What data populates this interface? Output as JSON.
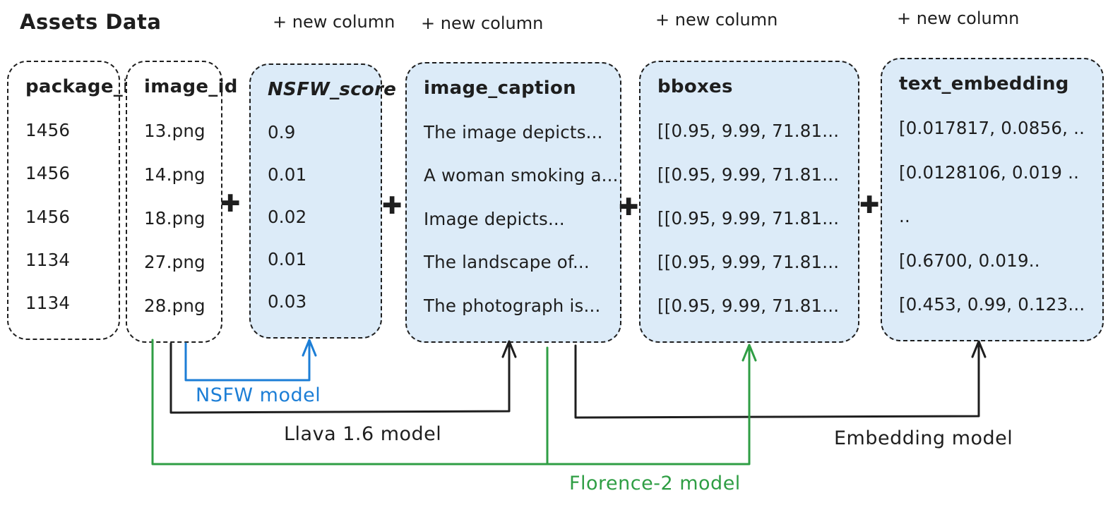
{
  "title": "Assets Data",
  "new_column_label": "+ new column",
  "plus_glyph": "✚",
  "colors": {
    "ink": "#1e1e1e",
    "accent_blue": "#1c7ed6",
    "accent_green": "#2f9e44",
    "box_fill_blue": "#dcebf8"
  },
  "tables": [
    {
      "header": "package_id",
      "rows": [
        "1456",
        "1456",
        "1456",
        "1134",
        "1134"
      ]
    },
    {
      "header": "image_id",
      "rows": [
        "13.png",
        "14.png",
        "18.png",
        "27.png",
        "28.png"
      ]
    },
    {
      "header": "NSFW_score",
      "rows": [
        "0.9",
        "0.01",
        "0.02",
        "0.01",
        "0.03"
      ]
    },
    {
      "header": "image_caption",
      "rows": [
        "The image depicts...",
        "A woman smoking a...",
        "Image depicts...",
        "The landscape of...",
        "The photograph is..."
      ]
    },
    {
      "header": "bboxes",
      "rows": [
        "[[0.95, 9.99, 71.81...",
        "[[0.95, 9.99, 71.81...",
        "[[0.95, 9.99, 71.81...",
        "[[0.95, 9.99, 71.81...",
        "[[0.95, 9.99, 71.81..."
      ]
    },
    {
      "header": "text_embedding",
      "rows": [
        "[0.017817, 0.0856, ..",
        "[0.0128106, 0.019 ..",
        "..",
        "[0.6700, 0.019..",
        "[0.453, 0.99, 0.123..."
      ]
    }
  ],
  "models": [
    {
      "name": "NSFW model",
      "color": "#1c7ed6"
    },
    {
      "name": "Llava 1.6 model",
      "color": "#1e1e1e"
    },
    {
      "name": "Embedding model",
      "color": "#1e1e1e"
    },
    {
      "name": "Florence-2 model",
      "color": "#2f9e44"
    }
  ]
}
